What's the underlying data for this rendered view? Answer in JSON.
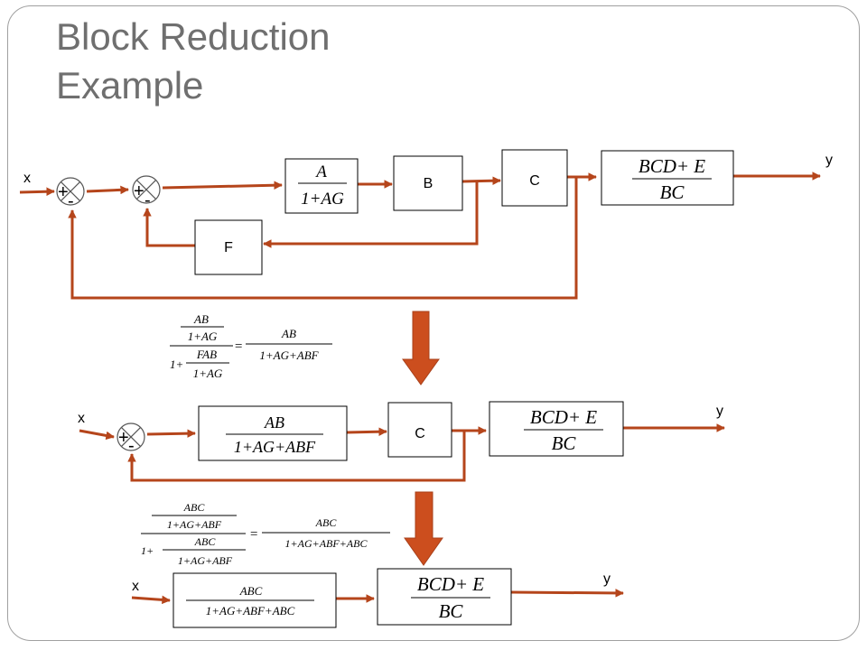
{
  "slide": {
    "title_line1": "Block Reduction",
    "title_line2": "Example"
  },
  "colors": {
    "wire": "#b5451b",
    "arrow_fill": "#cc4e1e",
    "title": "#6f6f6f",
    "frame": "#a0a0a0"
  },
  "diagram1": {
    "input_label": "x",
    "output_label": "y",
    "sum1_plus": "+",
    "sum1_minus": "-",
    "sum2_plus": "+",
    "sum2_minus": "-",
    "block_a": {
      "num": "A",
      "den": "1+AG"
    },
    "block_b": "B",
    "block_c": "C",
    "block_f": "F",
    "block_out": {
      "num": "BCD+ E",
      "den": "BC"
    }
  },
  "equation1": {
    "lhs_num_num": "AB",
    "lhs_num_den": "1+AG",
    "lhs_den_prefix": "1+",
    "lhs_den_num": "FAB",
    "lhs_den_den": "1+AG",
    "equals": "=",
    "rhs_num": "AB",
    "rhs_den": "1+AG+ABF"
  },
  "diagram2": {
    "input_label": "x",
    "output_label": "y",
    "sum_plus": "+",
    "sum_minus": "-",
    "block_ab": {
      "num": "AB",
      "den": "1+AG+ABF"
    },
    "block_c": "C",
    "block_out": {
      "num": "BCD+ E",
      "den": "BC"
    }
  },
  "equation2": {
    "lhs_num_num": "ABC",
    "lhs_num_den": "1+AG+ABF",
    "lhs_den_prefix": "1+",
    "lhs_den_num": "ABC",
    "lhs_den_den": "1+AG+ABF",
    "equals": "=",
    "rhs_num": "ABC",
    "rhs_den": "1+AG+ABF+ABC"
  },
  "diagram3": {
    "input_label": "x",
    "output_label": "y",
    "block_abc": {
      "num": "ABC",
      "den": "1+AG+ABF+ABC"
    },
    "block_out": {
      "num": "BCD+ E",
      "den": "BC"
    }
  }
}
